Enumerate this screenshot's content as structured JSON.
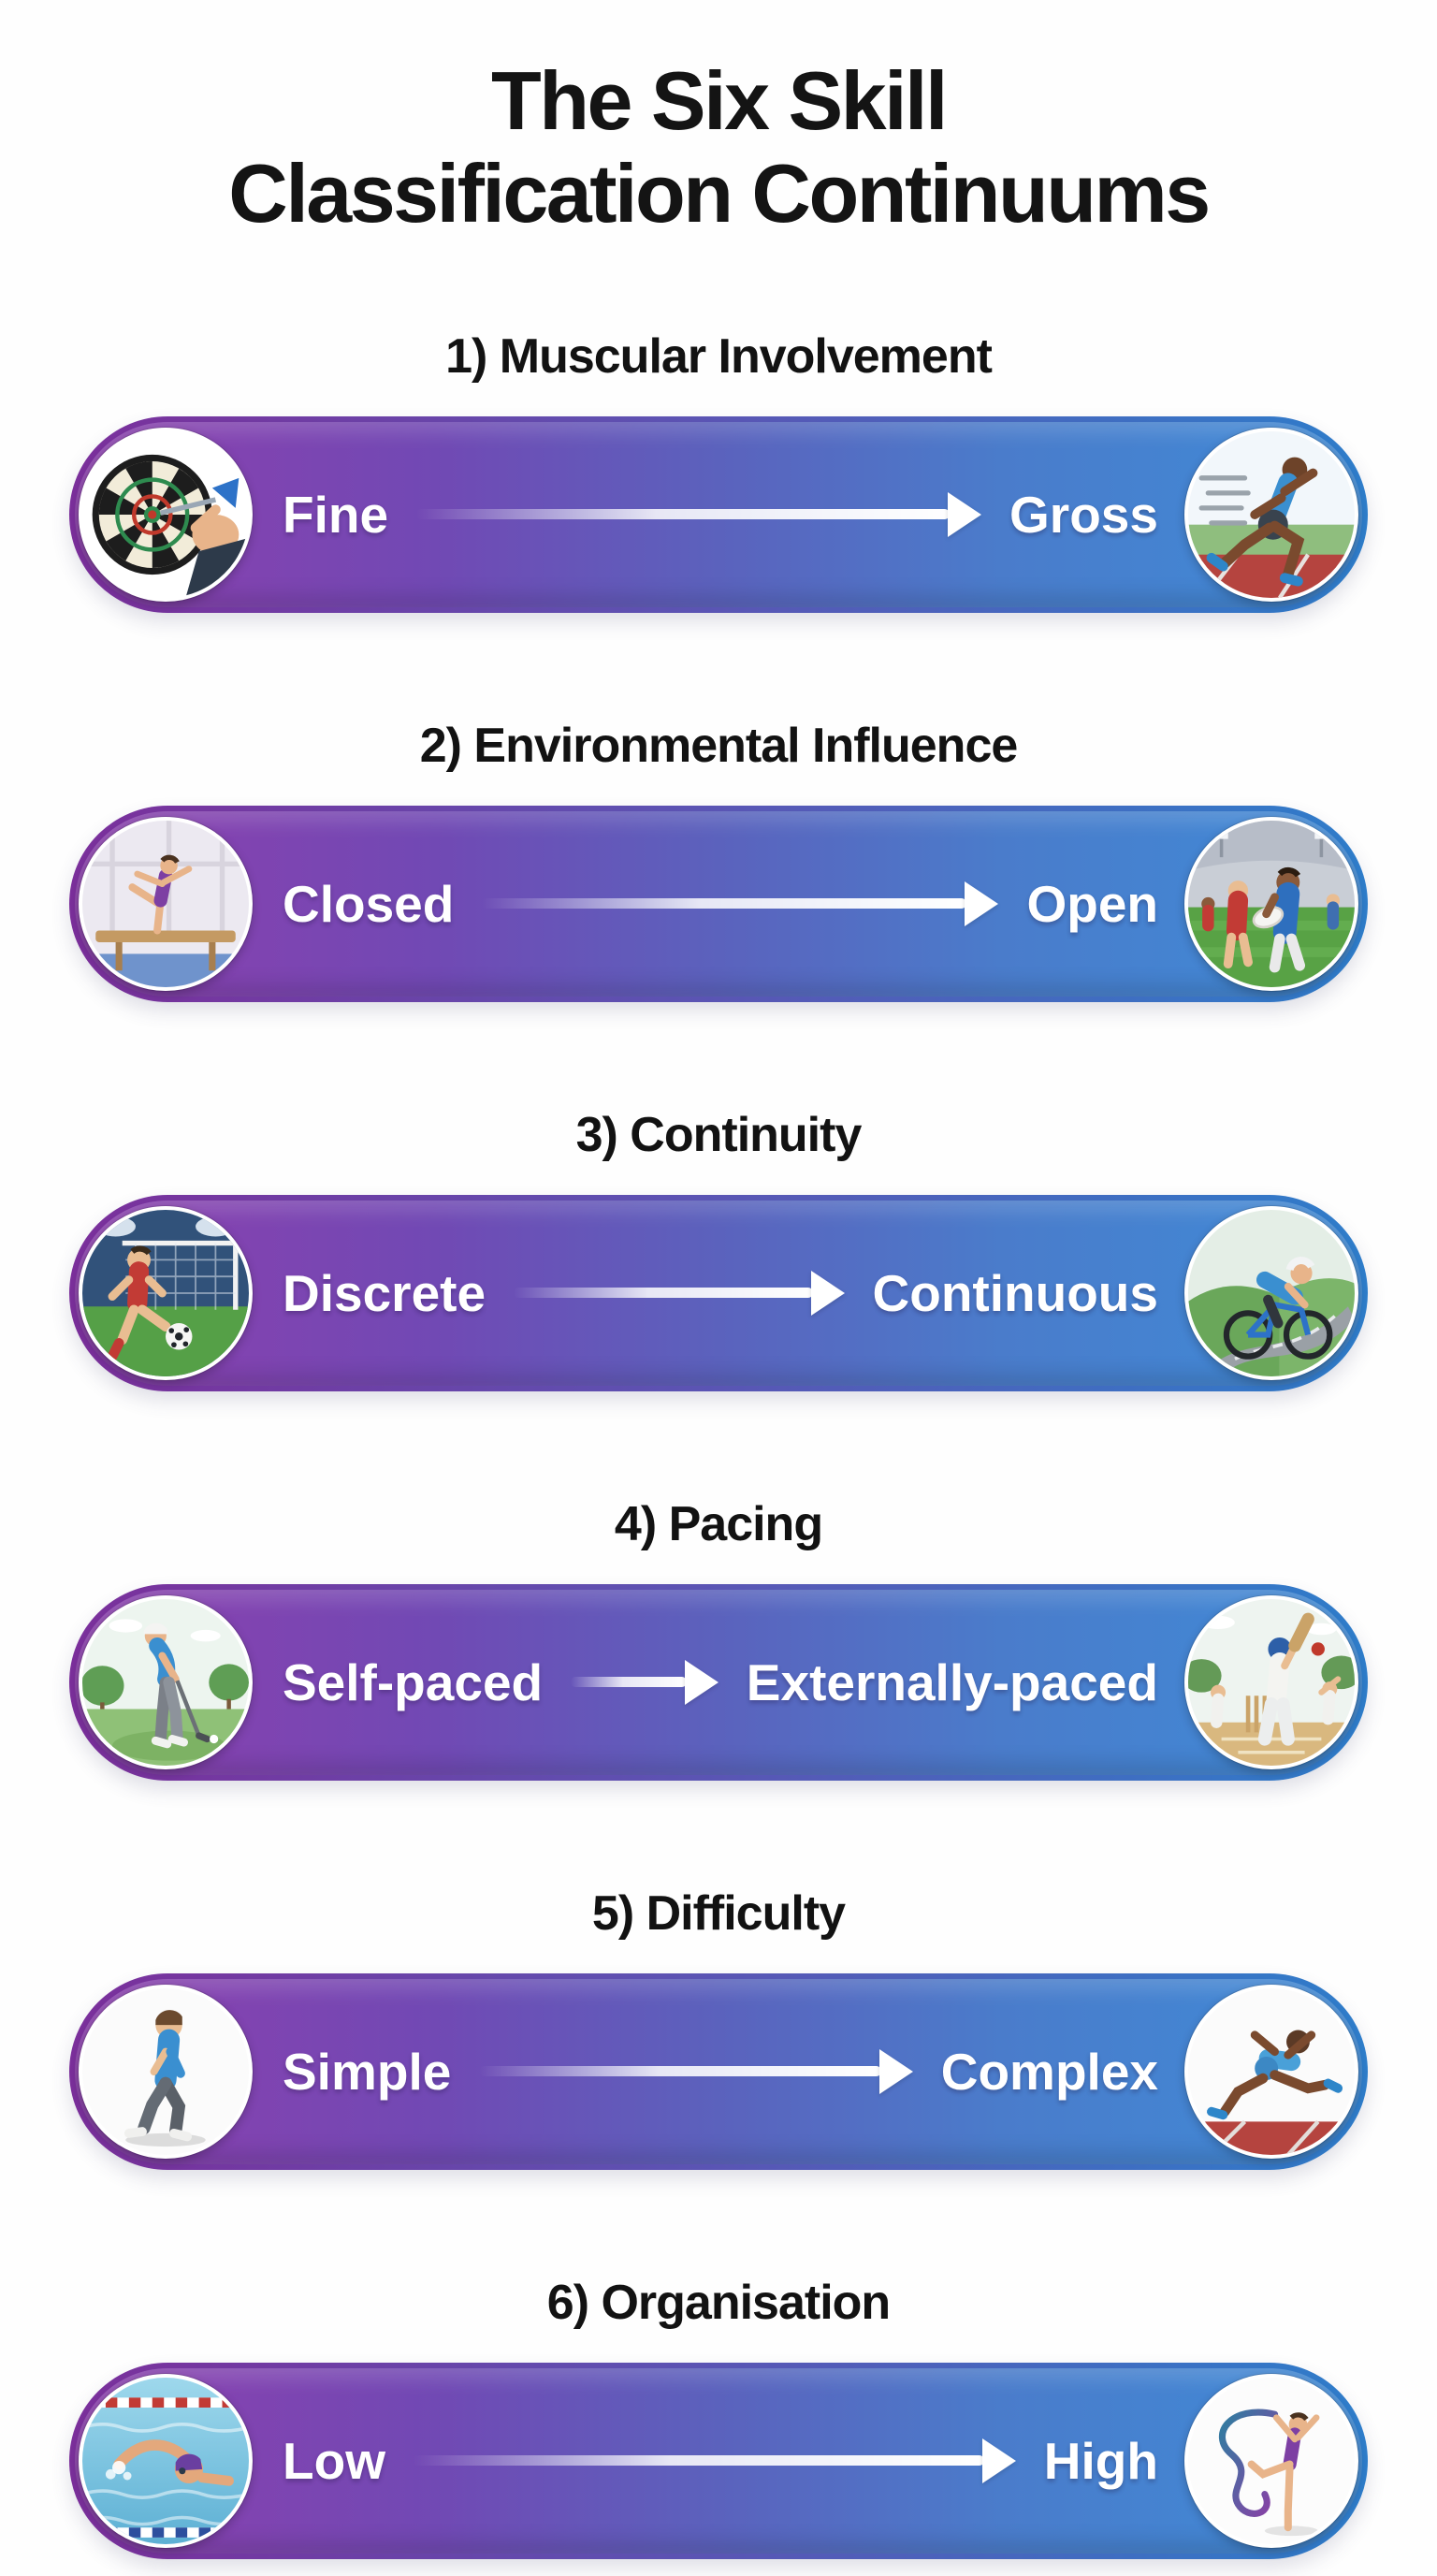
{
  "title": {
    "line1": "The Six Skill",
    "line2": "Classification Continuums"
  },
  "colors": {
    "bar_gradient_start": "#8d3fae",
    "bar_gradient_mid": "#5b62bd",
    "bar_gradient_end": "#3f8bd7",
    "bar_edge_start": "#7b2f9b",
    "bar_edge_end": "#2e7dca",
    "label_text": "#ffffff",
    "heading_text": "#121212",
    "arrow": "#ffffff",
    "background": "#fefefe"
  },
  "continuums": [
    {
      "heading": "1) Muscular Involvement",
      "left_label": "Fine",
      "right_label": "Gross",
      "left_icon": "darts-icon",
      "right_icon": "sprinter-icon"
    },
    {
      "heading": "2) Environmental Influence",
      "left_label": "Closed",
      "right_label": "Open",
      "left_icon": "balance-beam-gymnast-icon",
      "right_icon": "rugby-players-icon"
    },
    {
      "heading": "3) Continuity",
      "left_label": "Discrete",
      "right_label": "Continuous",
      "left_icon": "football-kick-icon",
      "right_icon": "road-cyclist-icon"
    },
    {
      "heading": "4) Pacing",
      "left_label": "Self-paced",
      "right_label": "Externally-paced",
      "left_icon": "golfer-icon",
      "right_icon": "cricket-batsman-icon"
    },
    {
      "heading": "5) Difficulty",
      "left_label": "Simple",
      "right_label": "Complex",
      "left_icon": "walking-man-icon",
      "right_icon": "sprint-hurdler-icon"
    },
    {
      "heading": "6) Organisation",
      "left_label": "Low",
      "right_label": "High",
      "left_icon": "freestyle-swimmer-icon",
      "right_icon": "ribbon-gymnast-icon"
    }
  ]
}
